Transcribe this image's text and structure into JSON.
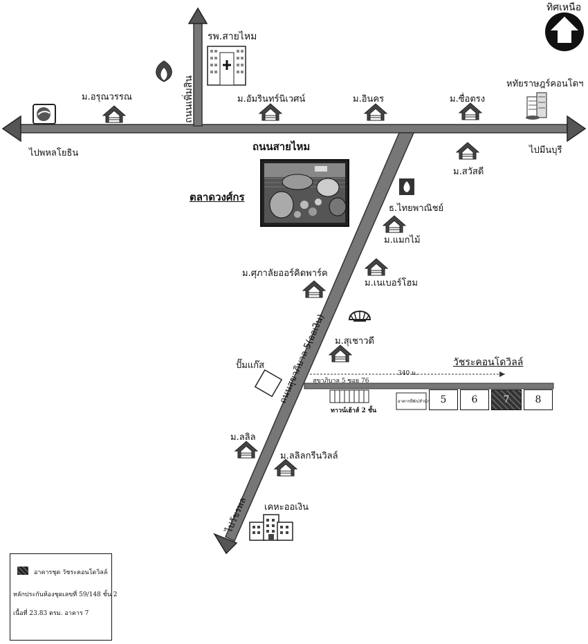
{
  "north": {
    "label": "ทิศเหนือ"
  },
  "roads": {
    "main": "ถนนสายไหม",
    "side_vertical": "ถนนเพิ่มสิน",
    "diagonal": "ถนนสุขาภิบาล 5(ออเงิน)",
    "soi": "สุขาภิบาล 5 ซอย 76",
    "distance": "340 ม."
  },
  "directions": {
    "west": "ไปพหลโยธิน",
    "east": "ไปมีนบุรี",
    "south": "ไปวัชรพล"
  },
  "places": {
    "hospital": "รพ.สายไหม",
    "aroonwan": "ม.อรุณวรรณ",
    "amarin": "ม.อัมรินทร์นิเวศน์",
    "ainakorn": "ม.อินคร",
    "suetrong": "ม.ซื่อตรง",
    "condo": "หทัยราษฎร์คอนโดฯ",
    "sawasdee": "ม.สวัสดี",
    "market": "ตลาดวงศ์กร",
    "bank": "ธ.ไทยพาณิชย์",
    "maekmai": "ม.แมกไม้",
    "neighbor": "ม.เนเบอร์โฮม",
    "supalai": "ม.ศุภาลัยออร์คิดพาร์ค",
    "suchaowadee": "ม.สุเชาวดี",
    "gas": "ปั๊มแก๊ส",
    "project": "วัชระคอนโดวิลล์",
    "townhouse": "ทาวน์เฮ้าส์ 2 ชั้น",
    "office": "อาคารที่พัก/สำนักงาน",
    "lalin": "ม.ลลิล",
    "lalin_green": "ม.ลลิลกรีนวิลล์",
    "kheha": "เคหะออเงิน"
  },
  "buildings": [
    "5",
    "6",
    "7",
    "8"
  ],
  "legend": {
    "line1": "อาคารชุด วัชระคอนโดวิลล์",
    "line2": "หลักประกันห้องชุดเลขที่ 59/148 ชั้น 2",
    "line3": "เนื้อที่ 23.83 ตรม. อาคาร 7"
  },
  "colors": {
    "road": "#777777",
    "road_edge": "#333333",
    "ink": "#111111"
  },
  "icons": [
    "north-arrow-icon",
    "house-icon",
    "hospital-icon",
    "lotus-icon",
    "ptt-icon",
    "bank-icon",
    "shell-icon",
    "market-picture-icon",
    "condo-icon",
    "kheha-icon"
  ]
}
